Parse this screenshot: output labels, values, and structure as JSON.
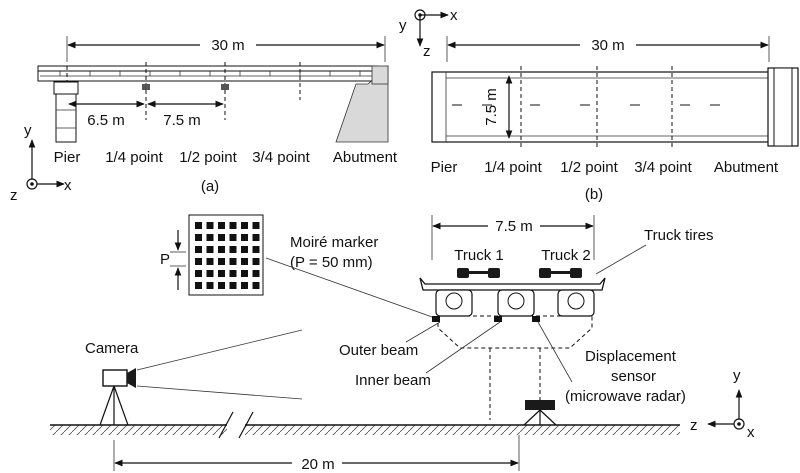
{
  "panel_a": {
    "span_length": "30 m",
    "dist_pier_quarter": "6.5 m",
    "dist_quarter_half": "7.5 m",
    "pier_label": "Pier",
    "quarter_label": "1/4 point",
    "half_label": "1/2 point",
    "three_quarter_label": "3/4 point",
    "abutment_label": "Abutment",
    "caption": "(a)",
    "axis_y": "y",
    "axis_x": "x",
    "axis_z": "z"
  },
  "panel_b": {
    "span_length": "30 m",
    "width_label": "7.5 m",
    "pier_label": "Pier",
    "quarter_label": "1/4 point",
    "half_label": "1/2 point",
    "three_quarter_label": "3/4 point",
    "abutment_label": "Abutment",
    "caption": "(b)",
    "axis_y": "y",
    "axis_x": "x",
    "axis_z": "z"
  },
  "panel_c": {
    "pitch_label": "P",
    "marker_label_1": "Moiré marker",
    "marker_label_2": "(P = 50 mm)",
    "deck_width": "7.5 m",
    "truck1": "Truck 1",
    "truck2": "Truck 2",
    "truck_tires": "Truck tires",
    "outer_beam": "Outer beam",
    "inner_beam": "Inner beam",
    "camera": "Camera",
    "sensor_line1": "Displacement",
    "sensor_line2": "sensor",
    "sensor_line3": "(microwave radar)",
    "distance": "20 m",
    "axis_y": "y",
    "axis_z": "z",
    "axis_x": "x"
  },
  "colors": {
    "line": "#111111",
    "marker_fill": "#111111",
    "tire_fill": "#1a1a1a",
    "abutment_fill": "#d9d9d9"
  }
}
